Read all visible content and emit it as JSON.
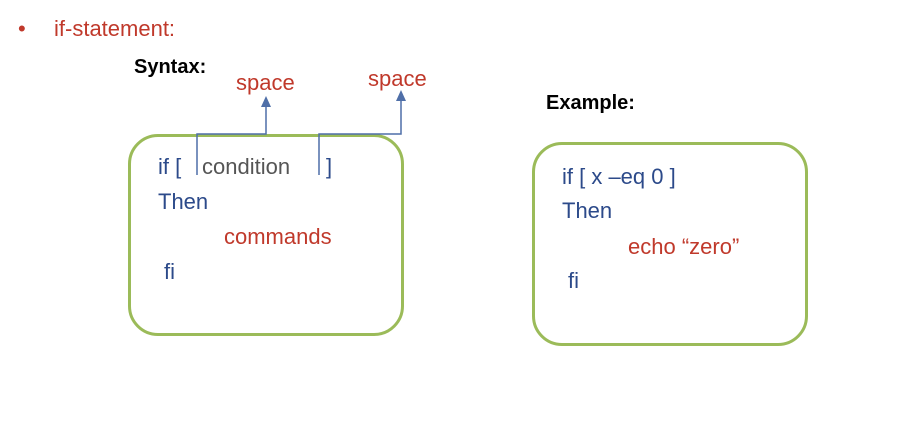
{
  "bullet": {
    "marker": "•",
    "heading": "if-statement:"
  },
  "syntax": {
    "label": "Syntax:",
    "space_note_1": "space",
    "space_note_2": "space",
    "line1_if": "if [",
    "line1_condition": "condition",
    "line1_close": "]",
    "line2": "Then",
    "line3": "commands",
    "line4": "fi"
  },
  "example": {
    "label": "Example:",
    "line1": "if [  x –eq 0 ]",
    "line2": "Then",
    "line3": "echo “zero”",
    "line4": "fi"
  },
  "colors": {
    "accent_red": "#c0392b",
    "code_blue": "#2c4a8a",
    "box_border": "#9bbb59",
    "arrow": "#4f6fa8"
  }
}
